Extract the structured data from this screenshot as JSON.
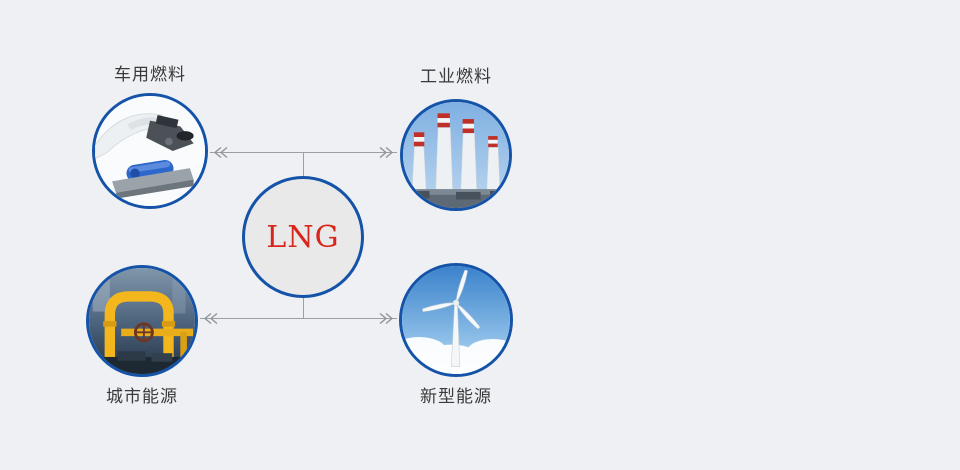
{
  "page": {
    "background": "#eef0f4"
  },
  "diagram": {
    "center": {
      "label": "LNG",
      "text_color": "#d9261c",
      "fill": "#e9e9e9",
      "border_color": "#1553a8"
    },
    "connector_color": "#9aa0a6",
    "nodes": [
      {
        "label": "车用燃料",
        "image": "car-engine",
        "position": "top-left"
      },
      {
        "label": "工业燃料",
        "image": "power-plant-chimneys",
        "position": "top-right"
      },
      {
        "label": "城市能源",
        "image": "city-gas-pipelines",
        "position": "bottom-left"
      },
      {
        "label": "新型能源",
        "image": "wind-turbine",
        "position": "bottom-right"
      }
    ]
  }
}
